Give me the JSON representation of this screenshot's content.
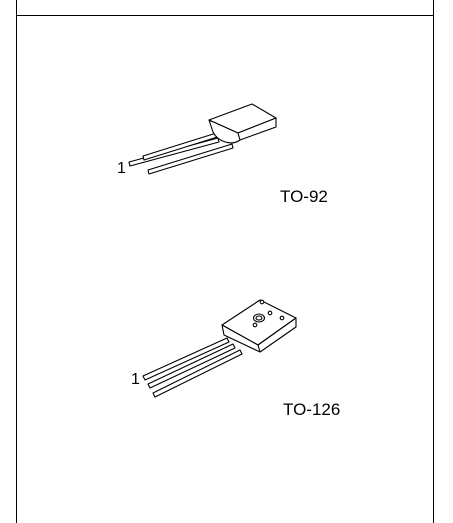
{
  "packages": [
    {
      "name": "TO-92",
      "pin_label": "1"
    },
    {
      "name": "TO-126",
      "pin_label": "1"
    }
  ]
}
